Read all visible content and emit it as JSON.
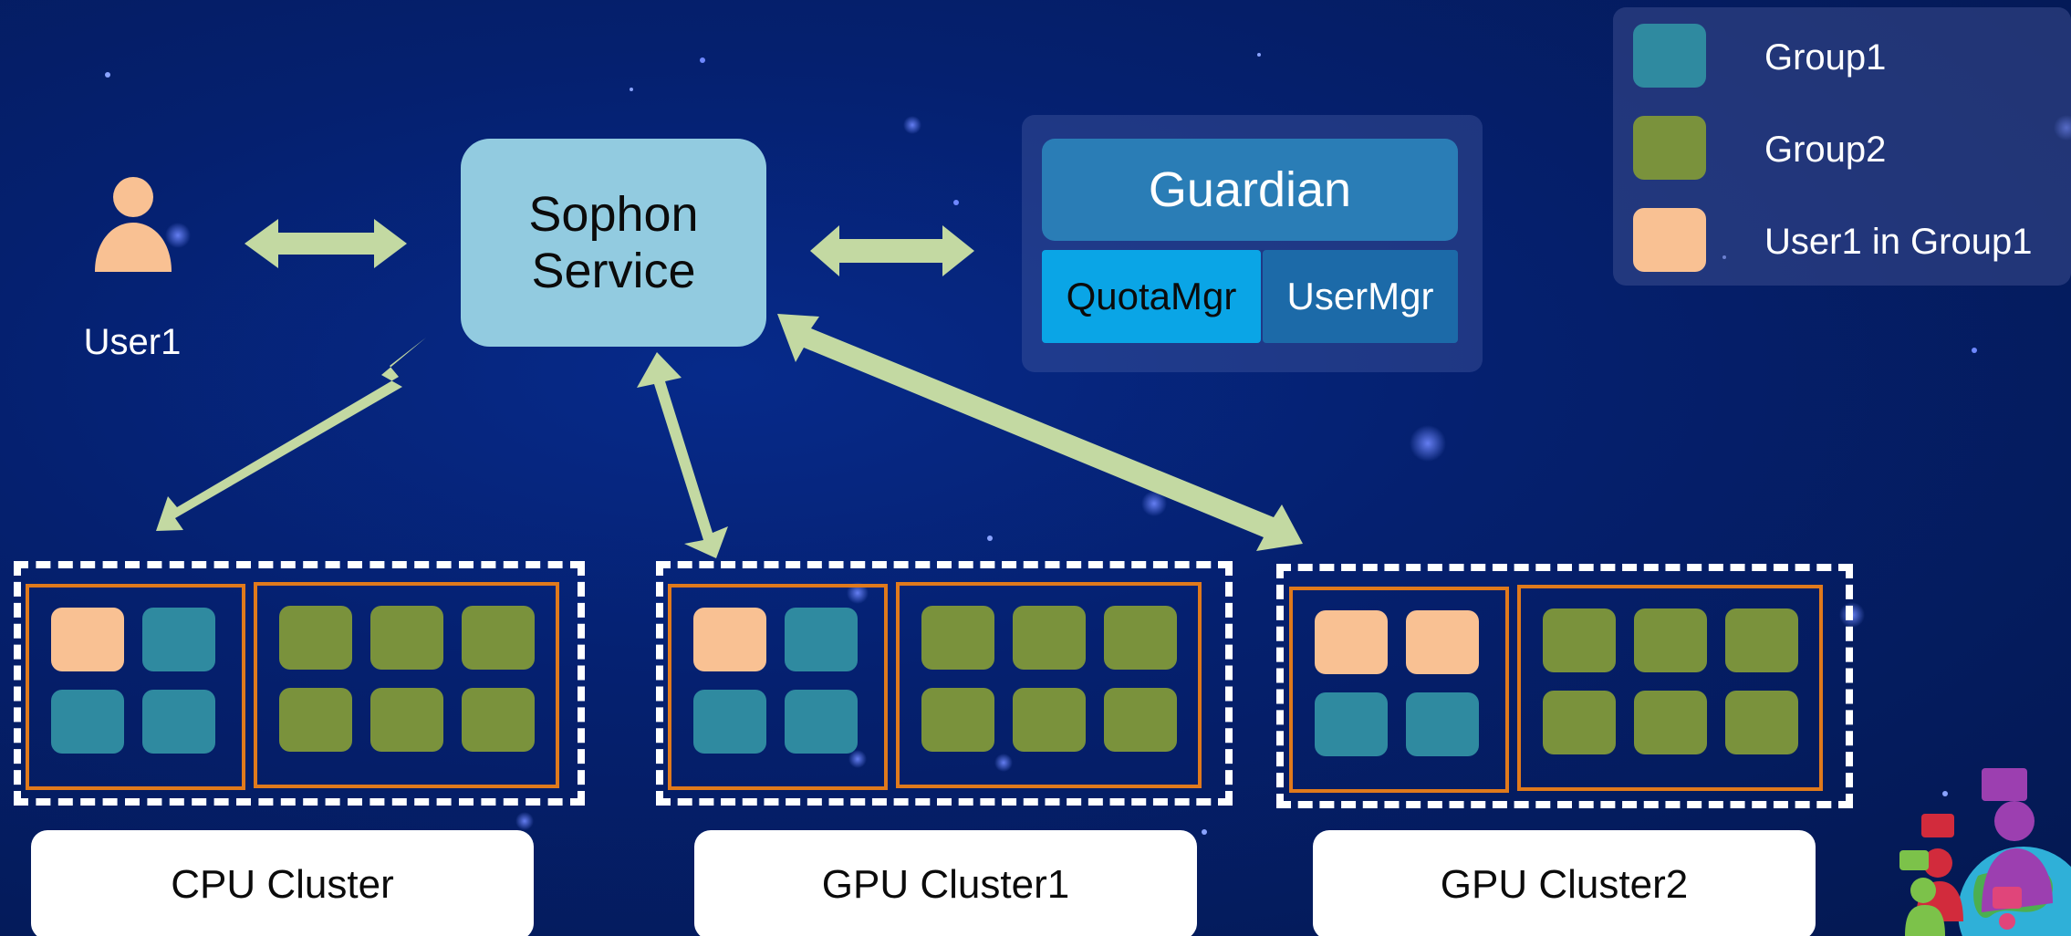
{
  "colors": {
    "group1": "#2f8aa0",
    "group2": "#7a923c",
    "user1_in_group1": "#f9c193",
    "arrow": "#c3d9a2"
  },
  "legend": {
    "items": [
      {
        "label": "Group1",
        "color": "#2f8aa0"
      },
      {
        "label": "Group2",
        "color": "#7a923c"
      },
      {
        "label": "User1 in Group1",
        "color": "#f9c193"
      }
    ]
  },
  "user": {
    "label": "User1",
    "icon": "person-icon"
  },
  "sophon": {
    "line1": "Sophon",
    "line2": "Service"
  },
  "guardian": {
    "title": "Guardian",
    "quota": "QuotaMgr",
    "usermgr": "UserMgr"
  },
  "clusters": [
    {
      "label": "CPU Cluster"
    },
    {
      "label": "GPU Cluster1"
    },
    {
      "label": "GPU Cluster2"
    }
  ]
}
